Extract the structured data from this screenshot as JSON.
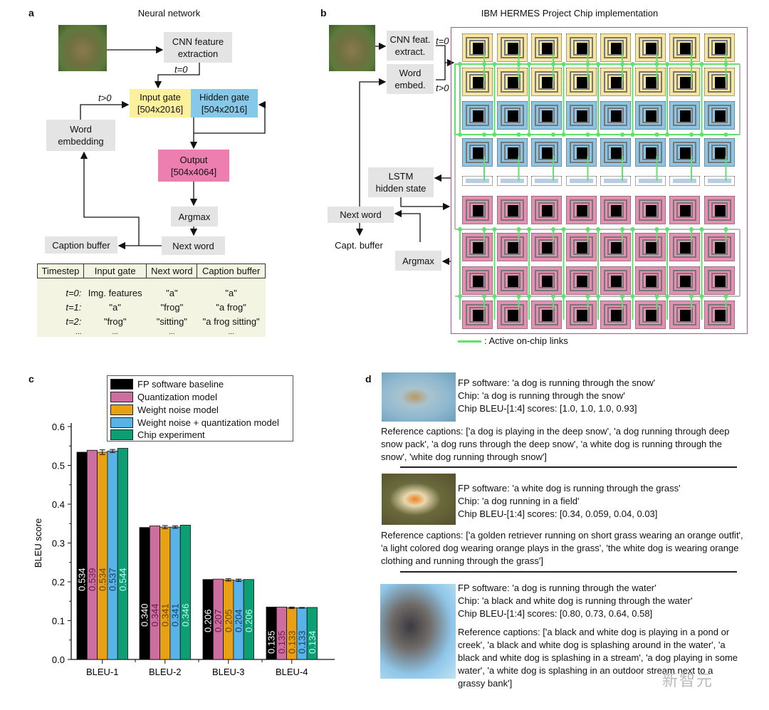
{
  "panel_a": {
    "label": "a",
    "title": "Neural network",
    "cnn_box": "CNN feature\nextraction",
    "t0": "t=0",
    "tgt0": "t>0",
    "input_gate": "Input gate\n[504x2016]",
    "hidden_gate": "Hidden gate\n[504x2016]",
    "word_embedding": "Word\nembedding",
    "output": "Output\n[504x4064]",
    "argmax": "Argmax",
    "next_word": "Next word",
    "caption_buffer": "Caption buffer",
    "table": {
      "headers": [
        "Timestep",
        "Input gate",
        "Next word",
        "Caption buffer"
      ],
      "rows": [
        [
          "t=0:",
          "Img. features",
          "\"a\"",
          "\"a\""
        ],
        [
          "t=1:",
          "\"a\"",
          "\"frog\"",
          "\"a frog\""
        ],
        [
          "t=2:",
          "\"frog\"",
          "\"sitting\"",
          "\"a frog sitting\""
        ],
        [
          "...",
          "...",
          "...",
          "..."
        ]
      ]
    }
  },
  "panel_b": {
    "label": "b",
    "title": "IBM HERMES Project Chip implementation",
    "cnn_box": "CNN feat.\nextract.",
    "word_box": "Word\nembed.",
    "t0": "t=0",
    "tgt0": "t>0",
    "lstm": "LSTM\nhidden state",
    "next_word": "Next word",
    "capt_buffer": "Capt. buffer",
    "argmax": "Argmax",
    "legend": ": Active on-chip links",
    "colors": {
      "yellow": "#f7e6a0",
      "blue": "#8cc6e4",
      "pink": "#e58fb2",
      "border": "#b04fa0",
      "link": "#5ee36a"
    },
    "row_types": [
      "yellow",
      "yellow",
      "blue",
      "blue",
      "thin",
      "pink",
      "pink",
      "pink",
      "pink"
    ]
  },
  "panel_c": {
    "label": "c"
  },
  "chart_data": {
    "type": "bar",
    "ylabel": "BLEU score",
    "xlabel": "",
    "ylim": [
      0,
      0.6
    ],
    "yticks": [
      "0.0",
      "0.1",
      "0.2",
      "0.3",
      "0.4",
      "0.5",
      "0.6"
    ],
    "categories": [
      "BLEU-1",
      "BLEU-2",
      "BLEU-3",
      "BLEU-4"
    ],
    "legend_position": "top",
    "series": [
      {
        "name": "FP software baseline",
        "color": "#000000",
        "label_color": "#ffffff",
        "values": [
          0.534,
          0.34,
          0.206,
          0.135
        ],
        "labels": [
          "0.534",
          "0.340",
          "0.206",
          "0.135"
        ],
        "errors": [
          0,
          0,
          0,
          0
        ]
      },
      {
        "name": "Quantization model",
        "color": "#cc6fa0",
        "label_color": "#6a1a4c",
        "values": [
          0.539,
          0.344,
          0.207,
          0.135
        ],
        "labels": [
          "0.539",
          "0.344",
          "0.207",
          "0.135"
        ],
        "errors": [
          0,
          0,
          0,
          0
        ]
      },
      {
        "name": "Weight noise model",
        "color": "#e8a014",
        "label_color": "#6b4300",
        "values": [
          0.534,
          0.341,
          0.205,
          0.133
        ],
        "labels": [
          "0.534",
          "0.341",
          "0.205",
          "0.133"
        ],
        "errors": [
          0.006,
          0.004,
          0.003,
          0.002
        ]
      },
      {
        "name": "Weight noise + quantization model",
        "color": "#58b4e8",
        "label_color": "#123d66",
        "values": [
          0.537,
          0.341,
          0.204,
          0.133
        ],
        "labels": [
          "0.537",
          "0.341",
          "0.204",
          "0.133"
        ],
        "errors": [
          0.004,
          0.003,
          0.003,
          0.001
        ]
      },
      {
        "name": "Chip experiment",
        "color": "#0d9e74",
        "label_color": "#b8fff0",
        "values": [
          0.544,
          0.346,
          0.206,
          0.134
        ],
        "labels": [
          "0.544",
          "0.346",
          "0.206",
          "0.134"
        ],
        "errors": [
          0,
          0,
          0,
          0
        ]
      }
    ]
  },
  "panel_d": {
    "label": "d",
    "examples": [
      {
        "fp": "FP software: 'a dog is running through the snow'",
        "chip": "Chip: 'a dog is running through the snow'",
        "scores": "Chip BLEU-[1:4] scores: [1.0, 1.0, 1.0, 0.93]",
        "refs": "Reference captions: ['a dog is playing in the deep snow', 'a dog running through deep snow pack', 'a dog runs through the deep snow', 'a white dog is running through the snow', 'white dog running through snow']"
      },
      {
        "fp": "FP software: 'a white dog is running through the grass'",
        "chip": "Chip: 'a dog running in a field'",
        "scores": "Chip BLEU-[1:4] scores: [0.34, 0.059, 0.04, 0.03]",
        "refs": "Reference captions: ['a golden retriever running on short grass wearing an orange outfit',  'a light colored dog wearing orange plays in the grass',  'the white dog is wearing orange clothing and running through the grass']"
      },
      {
        "fp": "FP software: 'a dog is running through the water'",
        "chip": "Chip: 'a black and white dog is running through the water'",
        "scores": "Chip BLEU-[1:4] scores: [0.80, 0.73, 0.64, 0.58]",
        "refs": "Reference captions: ['a black and white dog is playing in a pond or creek',  'a black and white dog is splashing around in the water',  'a black and white dog is splashing in a stream',  'a dog playing in some water',  'a white dog is splashing in an outdoor stream next to a grassy bank']"
      }
    ]
  },
  "watermark": "新智元"
}
